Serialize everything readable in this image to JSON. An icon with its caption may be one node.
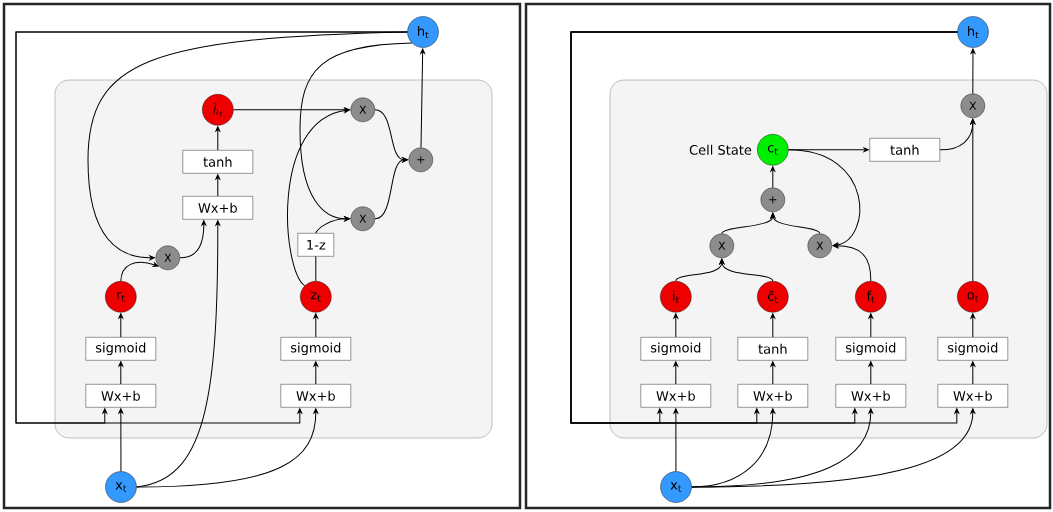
{
  "diagram": {
    "nodes": [
      {
        "text": [],
        "shape": "box"
      },
      {
        "text": [
          "h$_{t}$"
        ]
      },
      {
        "text": [
          "\\tilde{h}_{t}"
        ],
        "in": 0
      },
      {
        "text": [
          "tanh"
        ],
        "in": 0
      },
      {
        "text": [
          "Wx+b"
        ],
        "in": 0
      },
      {
        "text": [
          "X"
        ],
        "in": 0
      },
      {
        "text": [
          "r$_{t}$"
        ],
        "in": 0
      },
      {
        "text": [
          "sigmoid"
        ],
        "in": 0
      },
      {
        "text": [
          "Wx+b"
        ],
        "in": 0
      },
      {
        "text": [
          "X"
        ],
        "in": 0
      },
      {
        "text": [
          "+"
        ],
        "in": 0
      },
      {
        "text": [
          "X"
        ],
        "in": 0
      },
      {
        "text": [
          "1-z"
        ],
        "in": 0
      },
      {
        "text": [
          "z$_{t}$"
        ],
        "in": 0
      },
      {
        "text": [
          "sigmoid"
        ],
        "in": 0
      },
      {
        "text": [
          "Wx+b"
        ],
        "in": 0
      },
      {
        "text": [
          "x$_{t}$"
        ]
      },
      {
        "text": [],
        "shape": "box"
      },
      {
        "text": [
          "h$_{t}$"
        ]
      },
      {
        "text": [
          "X"
        ],
        "in": 17
      },
      {
        "text": [
          "c$_{t}$"
        ],
        "in": 17,
        "beside": [
          "Cell State"
        ]
      },
      {
        "text": [
          "tanh"
        ],
        "in": 17
      },
      {
        "text": [
          "+"
        ],
        "in": 17
      },
      {
        "text": [
          "X"
        ],
        "in": 17
      },
      {
        "text": [
          "X"
        ],
        "in": 17
      },
      {
        "text": [
          "i$_{t}$"
        ],
        "in": 17
      },
      {
        "text": [
          "c̃$_{t}$"
        ],
        "in": 17
      },
      {
        "text": [
          "f$_{t}$"
        ],
        "in": 17
      },
      {
        "text": [
          "o$_{t}$"
        ],
        "in": 17
      },
      {
        "text": [
          "sigmoid"
        ],
        "in": 17
      },
      {
        "text": [
          "tanh"
        ],
        "in": 17
      },
      {
        "text": [
          "sigmoid"
        ],
        "in": 17
      },
      {
        "text": [
          "sigmoid"
        ],
        "in": 17
      },
      {
        "text": [
          "Wx+b"
        ],
        "in": 17
      },
      {
        "text": [
          "Wx+b"
        ],
        "in": 17
      },
      {
        "text": [
          "Wx+b"
        ],
        "in": 17
      },
      {
        "text": [
          "Wx+b"
        ],
        "in": 17
      },
      {
        "text": [
          "x$_{t}$"
        ]
      }
    ],
    "edges": [
      {
        "from": 1,
        "to": 5,
        "arrow": "to"
      },
      {
        "from": 1,
        "to": 11,
        "arrow": "to"
      },
      {
        "from": 1,
        "to": 8,
        "arrow": "to"
      },
      {
        "from": 1,
        "to": 15,
        "arrow": "to"
      },
      {
        "from": 16,
        "to": 8,
        "arrow": "to"
      },
      {
        "from": 16,
        "to": 4,
        "arrow": "to"
      },
      {
        "from": 16,
        "to": 15,
        "arrow": "to"
      },
      {
        "from": 8,
        "to": 7,
        "arrow": "to"
      },
      {
        "from": 7,
        "to": 6,
        "arrow": "to"
      },
      {
        "from": 6,
        "to": 5,
        "arrow": "to"
      },
      {
        "from": 5,
        "to": 4,
        "arrow": "to"
      },
      {
        "from": 4,
        "to": 3,
        "arrow": "to"
      },
      {
        "from": 3,
        "to": 2,
        "arrow": "to"
      },
      {
        "from": 2,
        "to": 9,
        "arrow": "to"
      },
      {
        "from": 15,
        "to": 14,
        "arrow": "to"
      },
      {
        "from": 14,
        "to": 13,
        "arrow": "to"
      },
      {
        "from": 13,
        "to": 12,
        "arrow": "none"
      },
      {
        "from": 13,
        "to": 9,
        "arrow": "to"
      },
      {
        "from": 12,
        "to": 11,
        "arrow": "to"
      },
      {
        "from": 9,
        "to": 10,
        "arrow": "to"
      },
      {
        "from": 11,
        "to": 10,
        "arrow": "to"
      },
      {
        "from": 10,
        "to": 1,
        "arrow": "to"
      },
      {
        "from": 18,
        "to": 33,
        "arrow": "to"
      },
      {
        "from": 18,
        "to": 34,
        "arrow": "to"
      },
      {
        "from": 18,
        "to": 35,
        "arrow": "to"
      },
      {
        "from": 18,
        "to": 36,
        "arrow": "to"
      },
      {
        "from": 37,
        "to": 33,
        "arrow": "to"
      },
      {
        "from": 37,
        "to": 34,
        "arrow": "to"
      },
      {
        "from": 37,
        "to": 35,
        "arrow": "to"
      },
      {
        "from": 37,
        "to": 36,
        "arrow": "to"
      },
      {
        "from": 33,
        "to": 29,
        "arrow": "to"
      },
      {
        "from": 34,
        "to": 30,
        "arrow": "to"
      },
      {
        "from": 35,
        "to": 31,
        "arrow": "to"
      },
      {
        "from": 36,
        "to": 32,
        "arrow": "to"
      },
      {
        "from": 29,
        "to": 25,
        "arrow": "to"
      },
      {
        "from": 30,
        "to": 26,
        "arrow": "to"
      },
      {
        "from": 31,
        "to": 27,
        "arrow": "to"
      },
      {
        "from": 32,
        "to": 28,
        "arrow": "to"
      },
      {
        "from": 25,
        "to": 23,
        "arrow": "to"
      },
      {
        "from": 26,
        "to": 23,
        "arrow": "to"
      },
      {
        "from": 27,
        "to": 24,
        "arrow": "to"
      },
      {
        "from": 20,
        "to": 24,
        "arrow": "to"
      },
      {
        "from": 23,
        "to": 22,
        "arrow": "to"
      },
      {
        "from": 24,
        "to": 22,
        "arrow": "to"
      },
      {
        "from": 22,
        "to": 20,
        "arrow": "to"
      },
      {
        "from": 20,
        "to": 21,
        "arrow": "to"
      },
      {
        "from": 21,
        "to": 19,
        "arrow": "to"
      },
      {
        "from": 28,
        "to": 19,
        "arrow": "to"
      },
      {
        "from": 19,
        "to": 18,
        "arrow": "to"
      }
    ]
  }
}
